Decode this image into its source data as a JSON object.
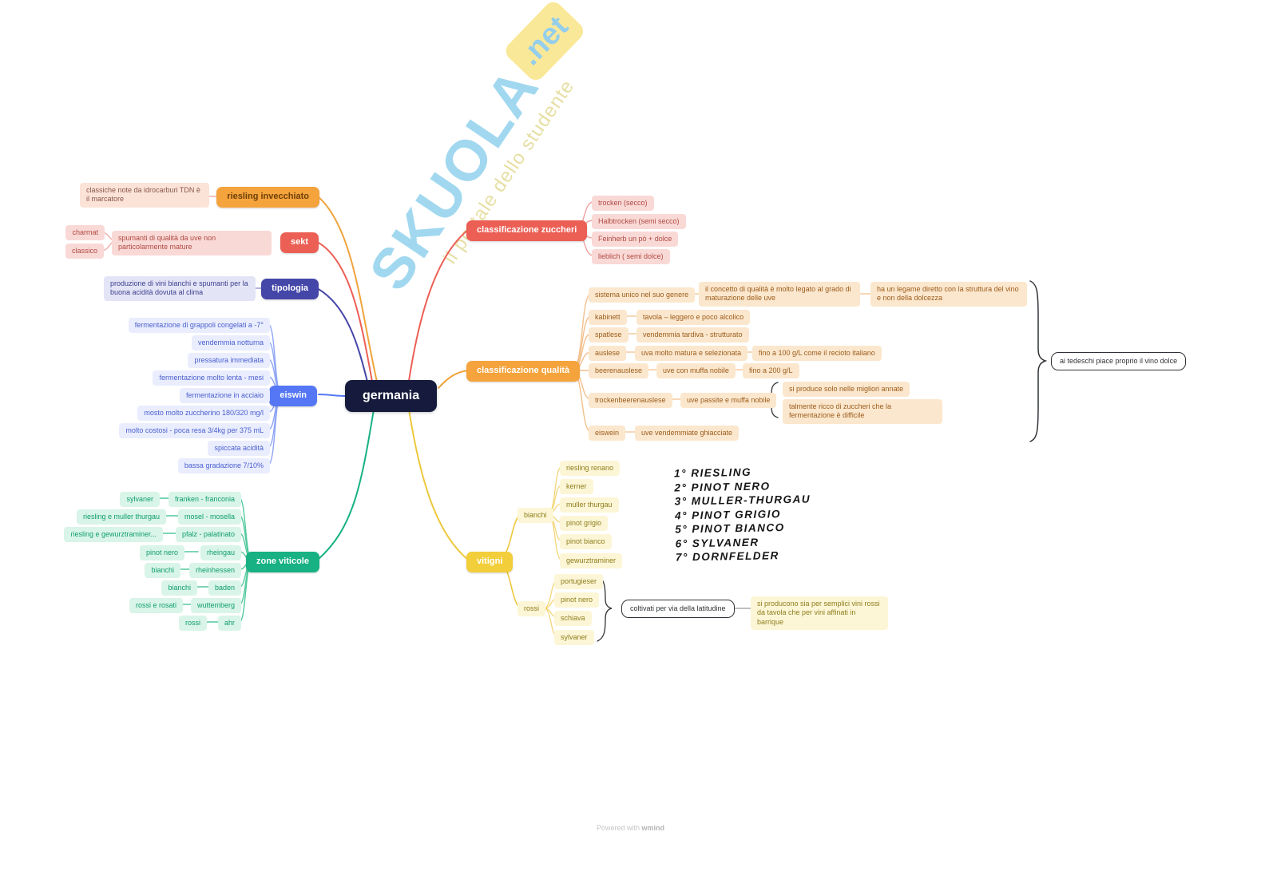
{
  "root": "germania",
  "riesling": {
    "label": "riesling invecchiato",
    "note": "classiche note da idrocarburi TDN è il marcatore"
  },
  "sekt": {
    "label": "sekt",
    "note": "spumanti di qualità da uve non particolarmente mature",
    "methods": [
      "charmat",
      "classico"
    ]
  },
  "tipologia": {
    "label": "tipologia",
    "note": "produzione di vini bianchi e spumanti per la buona acidità dovuta al clima"
  },
  "eiswin": {
    "label": "eiswin",
    "items": [
      "fermentazione di grappoli congelati a -7°",
      "vendemmia notturna",
      "pressatura immediata",
      "fermentazione molto lenta - mesi",
      "fermentazione in acciaio",
      "mosto molto zuccherino 180/320 mg/l",
      "molto costosi - poca resa 3/4kg per 375 mL",
      "spiccata acidità",
      "bassa gradazione 7/10%"
    ]
  },
  "zone": {
    "label": "zone viticole",
    "regions": [
      {
        "name": "franken - franconia",
        "grapes": "sylvaner"
      },
      {
        "name": "mosel - mosella",
        "grapes": "riesling e muller thurgau"
      },
      {
        "name": "pfalz - palatinato",
        "grapes": "riesling e gewurztraminer..."
      },
      {
        "name": "rheingau",
        "grapes": "pinot nero"
      },
      {
        "name": "rheinhessen",
        "grapes": "bianchi"
      },
      {
        "name": "baden",
        "grapes": "bianchi"
      },
      {
        "name": "wuttemberg",
        "grapes": "rossi e rosati"
      },
      {
        "name": "ahr",
        "grapes": "rossi"
      }
    ]
  },
  "zuccheri": {
    "label": "classificazione zuccheri",
    "items": [
      "trocken (secco)",
      "Halbtrocken (semi secco)",
      "Feinherb un pò + dolce",
      "lieblich ( semi dolce)"
    ]
  },
  "qualita": {
    "label": "classificazione qualità",
    "sistema": "sistema unico nel suo genere",
    "sistema_nota1": "il concetto di qualità è molto legato al grado di maturazione delle uve",
    "sistema_nota2": "ha un legame diretto con la struttura del vino e non della dolcezza",
    "kabinett": "kabinett",
    "kabinett_nota": "tavola – leggero e poco alcolico",
    "spatlese": "spatlese",
    "spatlese_nota": "vendemmia tardiva - strutturato",
    "auslese": "auslese",
    "auslese_nota": "uva molto matura e selezionata",
    "auslese_nota2": "fino a 100 g/L come il recioto italiano",
    "beerenauslese": "beerenauslese",
    "beerenauslese_nota": "uve con muffa nobile",
    "beerenauslese_nota2": "fino a 200 g/L",
    "tba": "trockenbeerenauslese",
    "tba_nota": "uve passite e muffa nobile",
    "tba_nota2": "si produce solo nelle migliori annate",
    "tba_nota3": "talmente ricco di zuccheri che la fermentazione è difficile",
    "eiswein": "eiswein",
    "eiswein_nota": "uve vendemmiate ghiacciate",
    "conclusione": "ai tedeschi piace proprio il vino dolce"
  },
  "vitigni": {
    "label": "vitigni",
    "bianchi_label": "bianchi",
    "bianchi": [
      "riesling renano",
      "kerner",
      "muller thurgau",
      "pinot grigio",
      "pinot bianco",
      "gewurztraminer"
    ],
    "rossi_label": "rossi",
    "rossi": [
      "portugieser",
      "pinot nero",
      "schiava",
      "sylvaner"
    ],
    "rossi_nota": "coltivati per via della latitudine",
    "rossi_nota2": "si producono sia per semplici vini rossi da tavola che per vini affinati in barrique",
    "classifica": [
      "1° RIESLING",
      "2° PINOT NERO",
      "3° MULLER-THURGAU",
      "4° PINOT GRIGIO",
      "5° PINOT BIANCO",
      "6° SYLVANER",
      "7° DORNFELDER"
    ]
  },
  "watermark": {
    "brand": "SKUOLA",
    "tld": ".net",
    "tagline": "il portale dello studente"
  },
  "footer": {
    "text": "Powered with",
    "app": "wmind"
  }
}
